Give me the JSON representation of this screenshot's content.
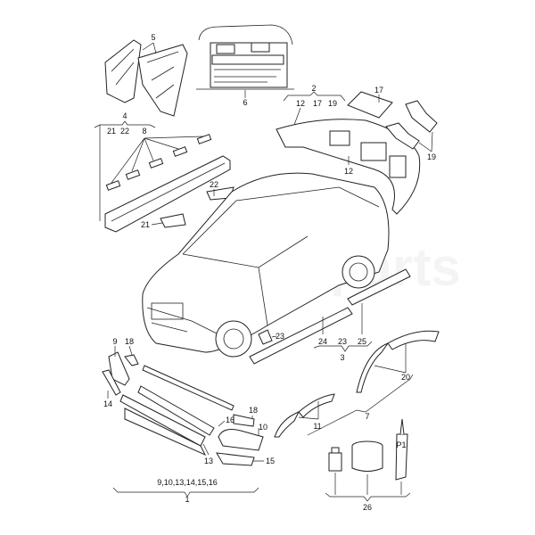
{
  "watermark": "Xparts",
  "callouts": {
    "c5": "5",
    "c6": "6",
    "c2": "2",
    "c2_12": "12",
    "c2_17": "17",
    "c2_19": "19",
    "c17": "17",
    "c19": "19",
    "c12": "12",
    "c4": "4",
    "c4_21": "21",
    "c4_22": "22",
    "c8": "8",
    "c22": "22",
    "c21": "21",
    "c23": "23",
    "c3_24": "24",
    "c3_23": "23",
    "c3_25": "25",
    "c3": "3",
    "c20": "20",
    "c9": "9",
    "c18a": "18",
    "c14": "14",
    "c18b": "18",
    "c16": "16",
    "c10": "10",
    "c13": "13",
    "c15": "15",
    "c1_group": "9,10,13,14,15,16",
    "c1": "1",
    "c7": "7",
    "c11": "11",
    "cP1": "P1",
    "c26": "26"
  }
}
